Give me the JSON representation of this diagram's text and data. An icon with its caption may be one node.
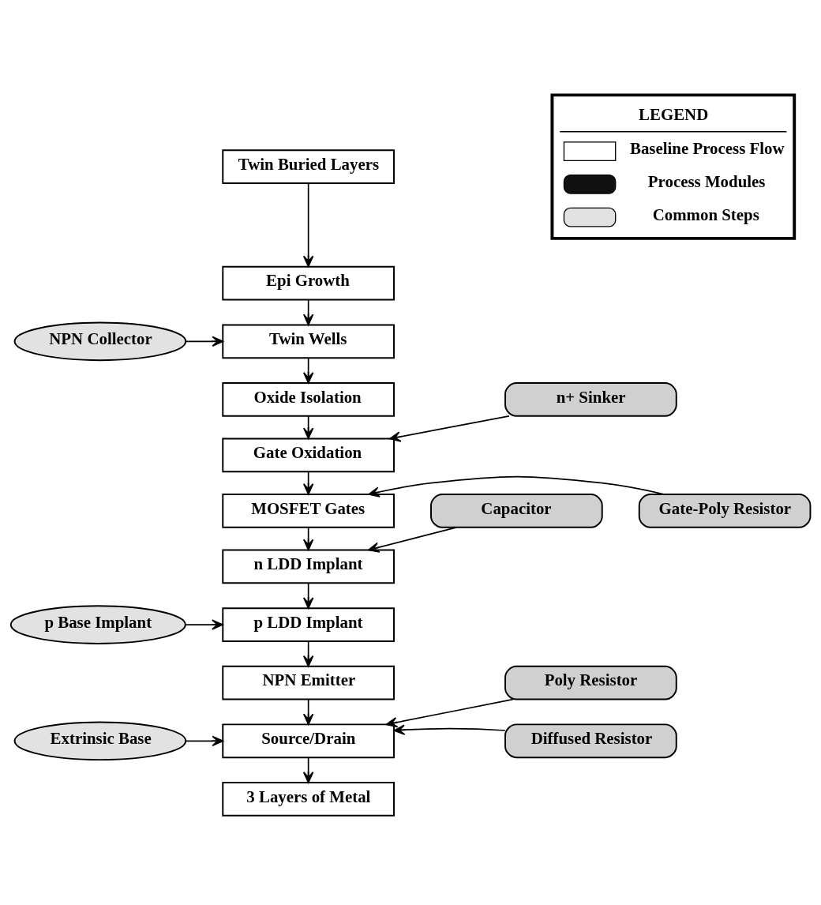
{
  "diagram": {
    "nodes": [
      {
        "text": [
          "Twin Buried Layers"
        ]
      },
      {
        "text": [
          "Epi Growth"
        ]
      },
      {
        "text": [
          "NPN Collector"
        ]
      },
      {
        "text": [
          "Twin Wells"
        ]
      },
      {
        "text": [
          "Oxide Isolation"
        ]
      },
      {
        "text": [
          "n+ Sinker"
        ]
      },
      {
        "text": [
          "Gate Oxidation"
        ]
      },
      {
        "text": [
          "MOSFET Gates"
        ]
      },
      {
        "text": [
          "Gate-Poly Resistor"
        ]
      },
      {
        "text": [
          "Capacitor"
        ]
      },
      {
        "text": [
          "n LDD Implant"
        ]
      },
      {
        "text": [
          "p Base Implant"
        ]
      },
      {
        "text": [
          "p LDD Implant"
        ]
      },
      {
        "text": [
          "NPN Emitter"
        ]
      },
      {
        "text": [
          "Poly Resistor"
        ]
      },
      {
        "text": [
          "Extrinsic Base"
        ]
      },
      {
        "text": [
          "Source/Drain"
        ]
      },
      {
        "text": [
          "Diffused Resistor"
        ]
      },
      {
        "text": [
          "3 Layers of Metal"
        ]
      }
    ],
    "edges": [
      {
        "from": 0,
        "to": 1,
        "arrow": "to"
      },
      {
        "from": 1,
        "to": 3,
        "arrow": "to"
      },
      {
        "from": 2,
        "to": 3,
        "arrow": "to"
      },
      {
        "from": 3,
        "to": 4,
        "arrow": "to"
      },
      {
        "from": 4,
        "to": 6,
        "arrow": "to"
      },
      {
        "from": 5,
        "to": 6,
        "arrow": "to"
      },
      {
        "from": 6,
        "to": 7,
        "arrow": "to"
      },
      {
        "from": 8,
        "to": 7,
        "arrow": "to"
      },
      {
        "from": 7,
        "to": 10,
        "arrow": "to"
      },
      {
        "from": 9,
        "to": 10,
        "arrow": "to"
      },
      {
        "from": 10,
        "to": 12,
        "arrow": "to"
      },
      {
        "from": 11,
        "to": 12,
        "arrow": "to"
      },
      {
        "from": 12,
        "to": 13,
        "arrow": "to"
      },
      {
        "from": 13,
        "to": 16,
        "arrow": "to"
      },
      {
        "from": 14,
        "to": 16,
        "arrow": "to"
      },
      {
        "from": 15,
        "to": 16,
        "arrow": "to"
      },
      {
        "from": 17,
        "to": 16,
        "arrow": "to"
      },
      {
        "from": 16,
        "to": 18,
        "arrow": "to"
      }
    ],
    "labels": [
      "LEGEND"
    ],
    "legend": [
      {
        "text": "Baseline Process Flow"
      },
      {
        "text": "Process Modules"
      },
      {
        "text": "Common Steps"
      }
    ]
  }
}
